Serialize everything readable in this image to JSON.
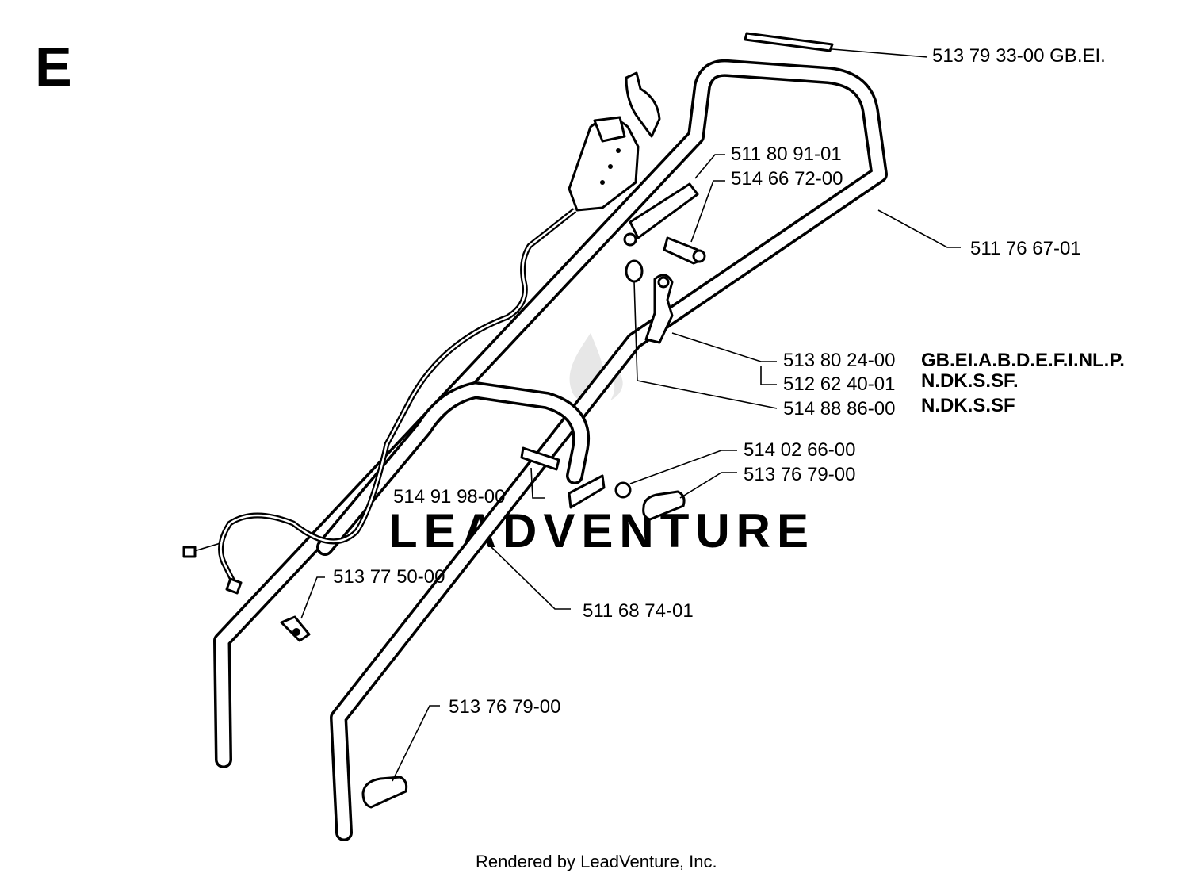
{
  "section_letter": "E",
  "footer": "Rendered by LeadVenture, Inc.",
  "watermark": "LEADVENTURE",
  "parts": [
    {
      "number": "513 79 33-00",
      "suffix": "GB.EI."
    },
    {
      "number": "511 80 91-01",
      "suffix": ""
    },
    {
      "number": "514 66 72-00",
      "suffix": ""
    },
    {
      "number": "511 76 67-01",
      "suffix": ""
    },
    {
      "number": "513 80 24-00",
      "suffix": "GB.EI.A.B.D.E.F.I.NL.P."
    },
    {
      "number": "512 62 40-01",
      "suffix": "N.DK.S.SF."
    },
    {
      "number": "514 88 86-00",
      "suffix": "N.DK.S.SF"
    },
    {
      "number": "514 02 66-00",
      "suffix": ""
    },
    {
      "number": "513 76 79-00",
      "suffix": ""
    },
    {
      "number": "514 91 98-00",
      "suffix": ""
    },
    {
      "number": "513 77 50-00",
      "suffix": ""
    },
    {
      "number": "511 68 74-01",
      "suffix": ""
    },
    {
      "number": "513 76 79-00",
      "suffix": ""
    }
  ]
}
